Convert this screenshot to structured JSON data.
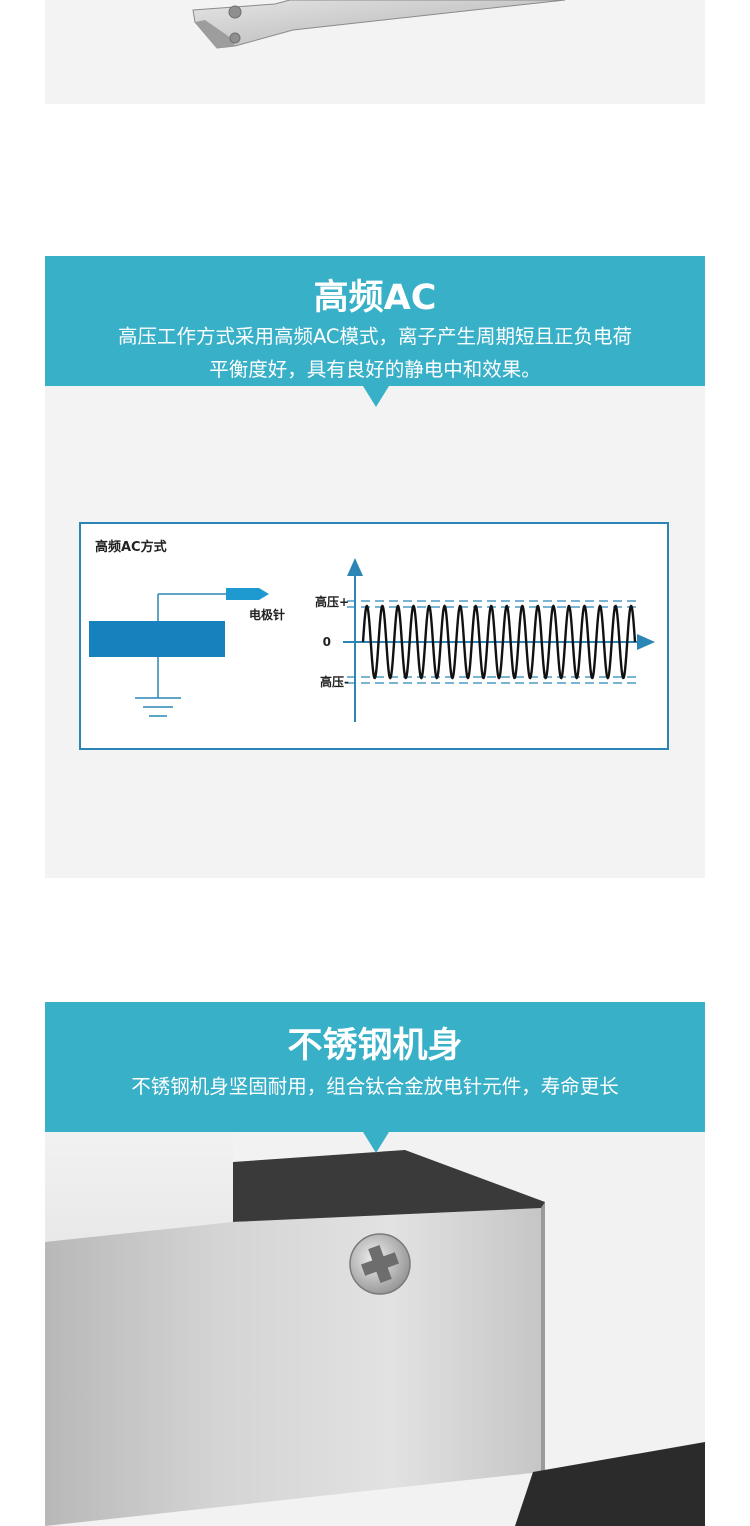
{
  "section_ac": {
    "title": "高频AC",
    "desc_line1": "高压工作方式采用高频AC模式，离子产生周期短且正负电荷",
    "desc_line2": "平衡度好，具有良好的静电中和效果。"
  },
  "diagram": {
    "title": "高频AC方式",
    "electrode_label": "电极针",
    "label_hv_plus": "高压+",
    "label_zero": "0",
    "label_hv_minus": "高压-"
  },
  "section_steel": {
    "title": "不锈钢机身",
    "desc": "不锈钢机身坚固耐用，组合钛合金放电针元件，寿命更长"
  },
  "colors": {
    "banner": "#38b0c8",
    "diagram_blue": "#2b86b6",
    "block_blue": "#1581bd",
    "panel_gray": "#f3f3f3"
  }
}
